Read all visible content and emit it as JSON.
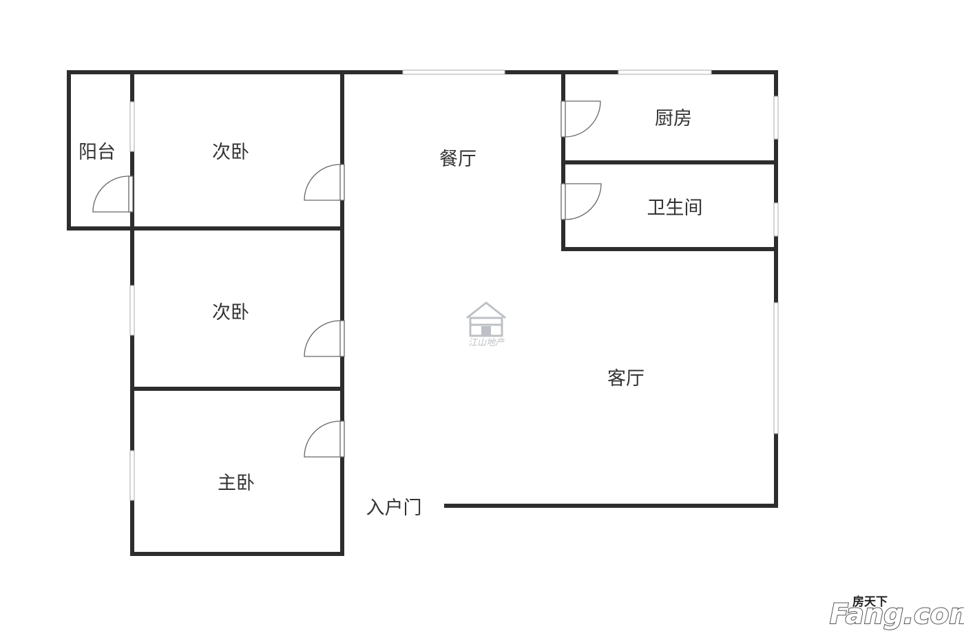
{
  "rooms": {
    "balcony": "阳台",
    "bedroom_top": "次卧",
    "dining": "餐厅",
    "kitchen": "厨房",
    "bathroom": "卫生间",
    "bedroom_middle": "次卧",
    "living": "客厅",
    "master_bedroom": "主卧",
    "entrance": "入户门"
  },
  "watermark": {
    "center_text": "江山地产",
    "brand_small": "房天下",
    "brand_big": "Fang.com"
  },
  "colors": {
    "wall": "#2d2d2d",
    "window": "#cfcfcf",
    "door": "#666666",
    "logo": "#a8adb2",
    "brand_fill": "#ffffff"
  }
}
